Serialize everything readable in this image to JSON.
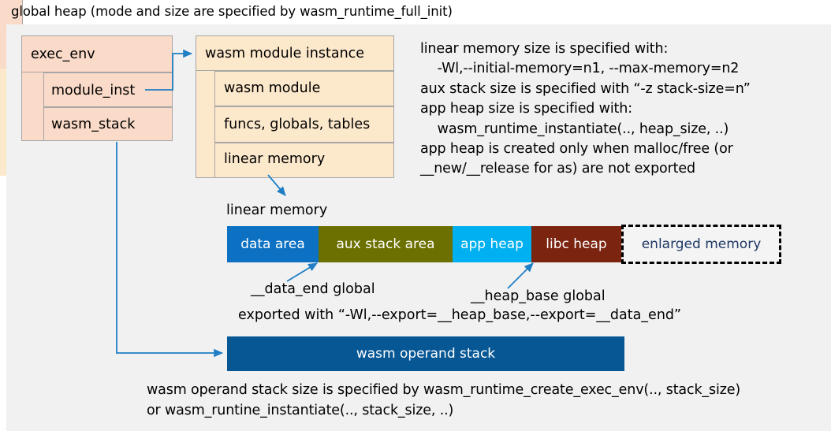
{
  "title": "global heap (mode and size are specified by wasm_runtime_full_init)",
  "exec_env": {
    "header": "exec_env",
    "rows": [
      {
        "label": "module_inst"
      },
      {
        "label": "wasm_stack"
      }
    ]
  },
  "module_instance": {
    "header": "wasm module instance",
    "rows": [
      {
        "label": "wasm module"
      },
      {
        "label": "funcs, globals, tables"
      },
      {
        "label": "linear memory"
      }
    ]
  },
  "description": "linear memory size is specified with:\n    -Wl,--initial-memory=n1, --max-memory=n2\naux stack size is specified with “-z stack-size=n”\napp heap size is specified with:\n    wasm_runtime_instantiate(.., heap_size, ..)\napp heap is created only when malloc/free (or\n__new/__release for as) are not exported",
  "linear_memory": {
    "caption": "linear memory",
    "segments": [
      {
        "label": "data area",
        "color": "#0c71c3",
        "text_color": "#ffffff"
      },
      {
        "label": "aux stack area",
        "color": "#6b7000",
        "text_color": "#ffffff"
      },
      {
        "label": "app heap",
        "color": "#00b0f0",
        "text_color": "#ffffff"
      },
      {
        "label": "libc heap",
        "color": "#7b2410",
        "text_color": "#ffffff"
      },
      {
        "label": "enlarged memory",
        "color": "#f4f4f4",
        "text_color": "#1f3864"
      }
    ]
  },
  "annotations": {
    "data_end": "__data_end global",
    "heap_base": "__heap_base global",
    "exported_with": "exported with “-Wl,--export=__heap_base,--export=__data_end”"
  },
  "operand_stack": {
    "label": "wasm operand stack",
    "color": "#075794"
  },
  "footer": "wasm operand stack size is specified by wasm_runtime_create_exec_env(.., stack_size)\nor wasm_runtine_instantiate(.., stack_size, ..)",
  "accent_color": "#1f7ec4"
}
